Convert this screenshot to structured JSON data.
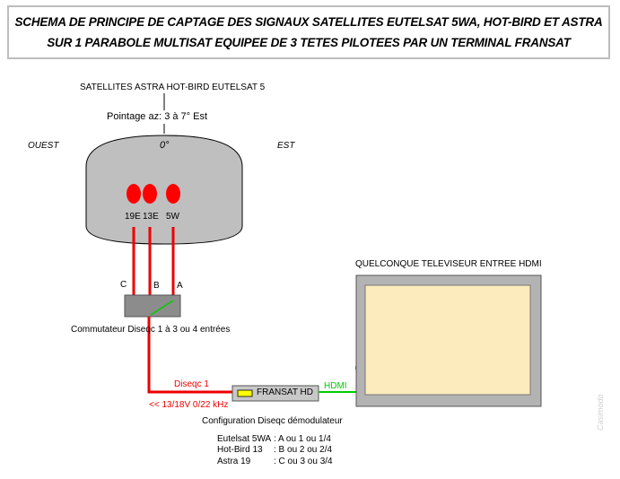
{
  "title": {
    "line1": "SCHEMA DE PRINCIPE DE CAPTAGE DES SIGNAUX SATELLITES EUTELSAT 5WA, HOT-BIRD ET ASTRA",
    "line2": "SUR 1 PARABOLE MULTISAT EQUIPEE DE 3 TETES PILOTEES PAR UN TERMINAL FRANSAT"
  },
  "dish": {
    "satellites_label": "SATELLITES ASTRA HOT-BIRD EUTELSAT 5",
    "pointing_label": "Pointage az: 3 à 7° Est",
    "west_label": "OUEST",
    "zero_label": "0°",
    "east_label": "EST",
    "lnb_labels": [
      "19E",
      "13E",
      "5W"
    ]
  },
  "switch": {
    "inputs": [
      "C",
      "B",
      "A"
    ],
    "label": "Commutateur Diseqc 1 à 3 ou 4 entrées"
  },
  "tv": {
    "label": "QUELCONQUE TELEVISEUR ENTREE HDMI"
  },
  "receiver": {
    "label": "FRANSAT HD",
    "hdmi_label": "HDMI",
    "diseqc_label": "Diseqc 1",
    "voltage_label": "<< 13/18V  0/22 kHz"
  },
  "config": {
    "title": "Configuration Diseqc démodulateur",
    "rows": [
      {
        "name": "Eutelsat 5WA",
        "value": ": A ou 1 ou 1/4"
      },
      {
        "name": "Hot-Bird 13",
        "value": ": B ou 2 ou 2/4"
      },
      {
        "name": "Astra 19",
        "value": ": C ou 3 ou 3/4"
      }
    ]
  },
  "watermark": "Casimodo",
  "colors": {
    "cable_red": "#ee0000",
    "lnb_red": "#ff0000",
    "hdmi_green": "#00cc00",
    "dish_gray": "#bfbfbf",
    "switch_gray": "#8c8c8c",
    "screen_fill": "#fbebbd",
    "tv_frame": "#b3b3b3"
  }
}
